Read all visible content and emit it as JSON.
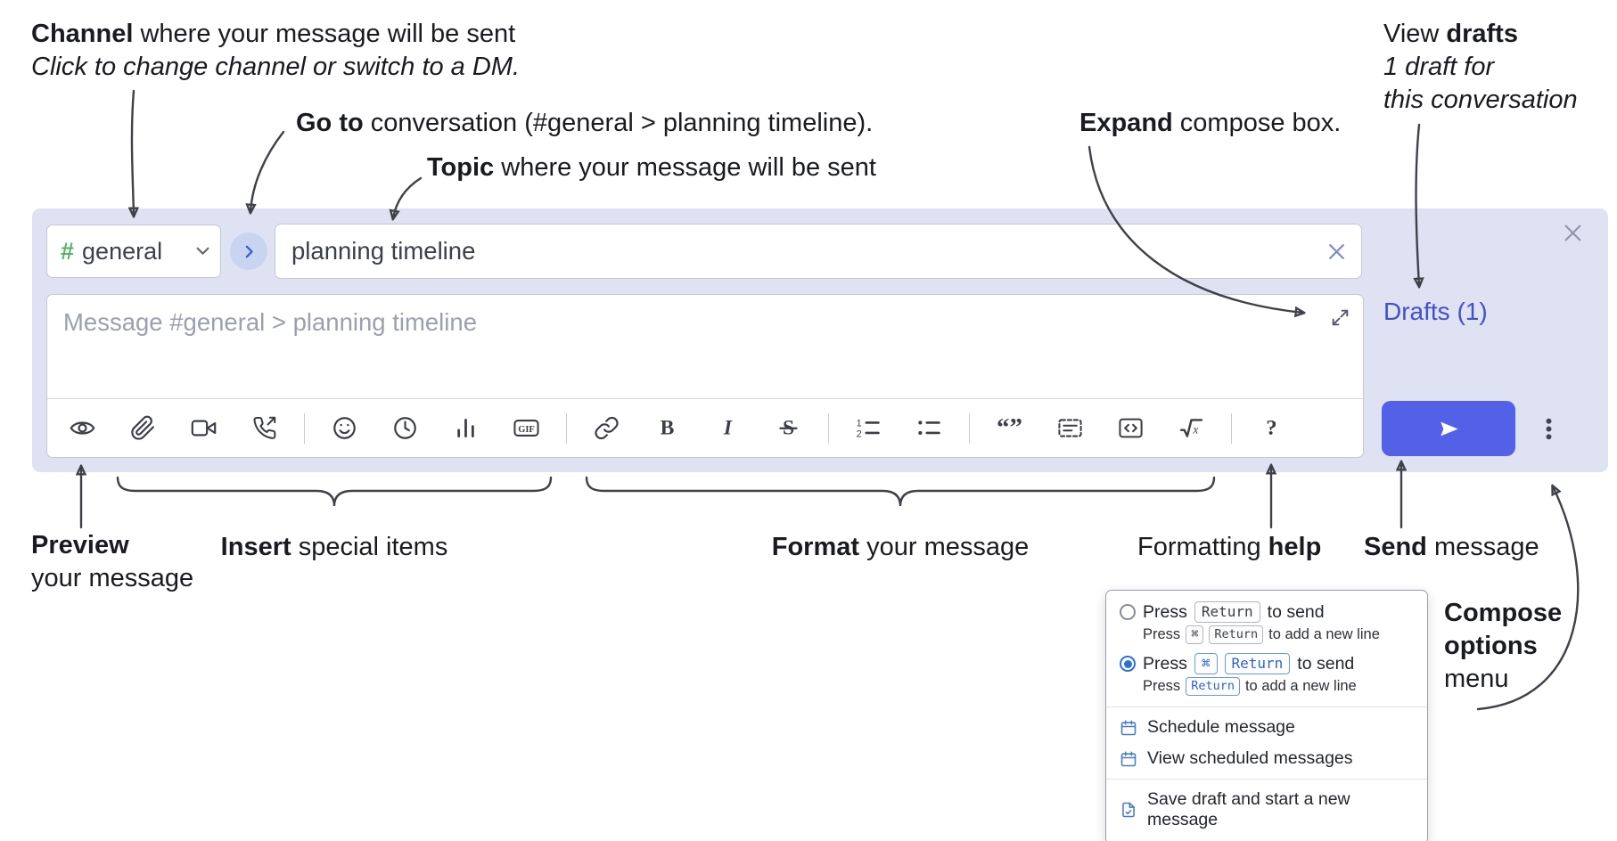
{
  "annotations": {
    "channel": {
      "bold": "Channel",
      "rest": " where your message will be sent",
      "sub": "Click to change channel or switch to a DM."
    },
    "goto": {
      "bold": "Go to",
      "rest": " conversation (#general > planning timeline)."
    },
    "topic": {
      "bold": "Topic",
      "rest": " where your message will be sent"
    },
    "expand": {
      "bold": "Expand",
      "rest": " compose box."
    },
    "drafts": {
      "pre": "View ",
      "bold": "drafts",
      "sub1": "1 draft for",
      "sub2": "this conversation"
    },
    "preview": {
      "bold": "Preview",
      "rest": "your message"
    },
    "insert": {
      "bold": "Insert",
      "rest": " special items"
    },
    "format": {
      "bold": "Format",
      "rest": " your message"
    },
    "help": {
      "pre": "Formatting ",
      "bold": "help"
    },
    "send": {
      "bold": "Send",
      "rest": " message"
    },
    "compose_options": {
      "bold1": "Compose",
      "bold2": "options",
      "rest": "menu"
    }
  },
  "compose_box": {
    "channel": {
      "hash": "#",
      "name": "general"
    },
    "topic_value": "planning timeline",
    "message_placeholder": "Message #general > planning timeline",
    "drafts_label": "Drafts (1)",
    "toolbar": [
      {
        "name": "preview-icon",
        "divider_after": false
      },
      {
        "name": "attach-file-icon",
        "divider_after": false
      },
      {
        "name": "video-call-icon",
        "divider_after": false
      },
      {
        "name": "audio-call-icon",
        "divider_after": true
      },
      {
        "name": "emoji-icon",
        "divider_after": false
      },
      {
        "name": "time-icon",
        "divider_after": false
      },
      {
        "name": "poll-icon",
        "divider_after": false
      },
      {
        "name": "gif-icon",
        "label": "GIF",
        "divider_after": true
      },
      {
        "name": "link-icon",
        "divider_after": false
      },
      {
        "name": "bold-icon",
        "divider_after": false
      },
      {
        "name": "italic-icon",
        "divider_after": false
      },
      {
        "name": "strikethrough-icon",
        "divider_after": true
      },
      {
        "name": "numbered-list-icon",
        "divider_after": false
      },
      {
        "name": "bulleted-list-icon",
        "divider_after": true
      },
      {
        "name": "quote-icon",
        "divider_after": false
      },
      {
        "name": "spoiler-icon",
        "divider_after": false
      },
      {
        "name": "code-icon",
        "divider_after": false
      },
      {
        "name": "math-icon",
        "divider_after": true
      },
      {
        "name": "help-icon",
        "divider_after": false
      }
    ]
  },
  "options_menu": {
    "shortcut_options": [
      {
        "selected": false,
        "main_pre": "Press",
        "main_keys": [
          "Return"
        ],
        "main_post": "to send",
        "sub_pre": "Press",
        "sub_keys": [
          "⌘",
          "Return"
        ],
        "sub_post": "to add a new line"
      },
      {
        "selected": true,
        "main_pre": "Press",
        "main_keys": [
          "⌘",
          "Return"
        ],
        "main_post": "to send",
        "sub_pre": "Press",
        "sub_keys": [
          "Return"
        ],
        "sub_post": "to add a new line"
      }
    ],
    "items": [
      {
        "icon": "calendar-icon",
        "label": "Schedule message",
        "group": 1
      },
      {
        "icon": "calendar-icon",
        "label": "View scheduled messages",
        "group": 1
      },
      {
        "icon": "new-draft-icon",
        "label": "Save draft and start a new message",
        "group": 2
      }
    ]
  },
  "colors": {
    "compose_bg": "#dee2f3",
    "accent_blue": "#5360e8",
    "link_blue": "#4450c8",
    "hash_green": "#55b36a",
    "popup_icon_blue": "#4a7dc4",
    "key_chip_blue": "#2f63cc"
  }
}
